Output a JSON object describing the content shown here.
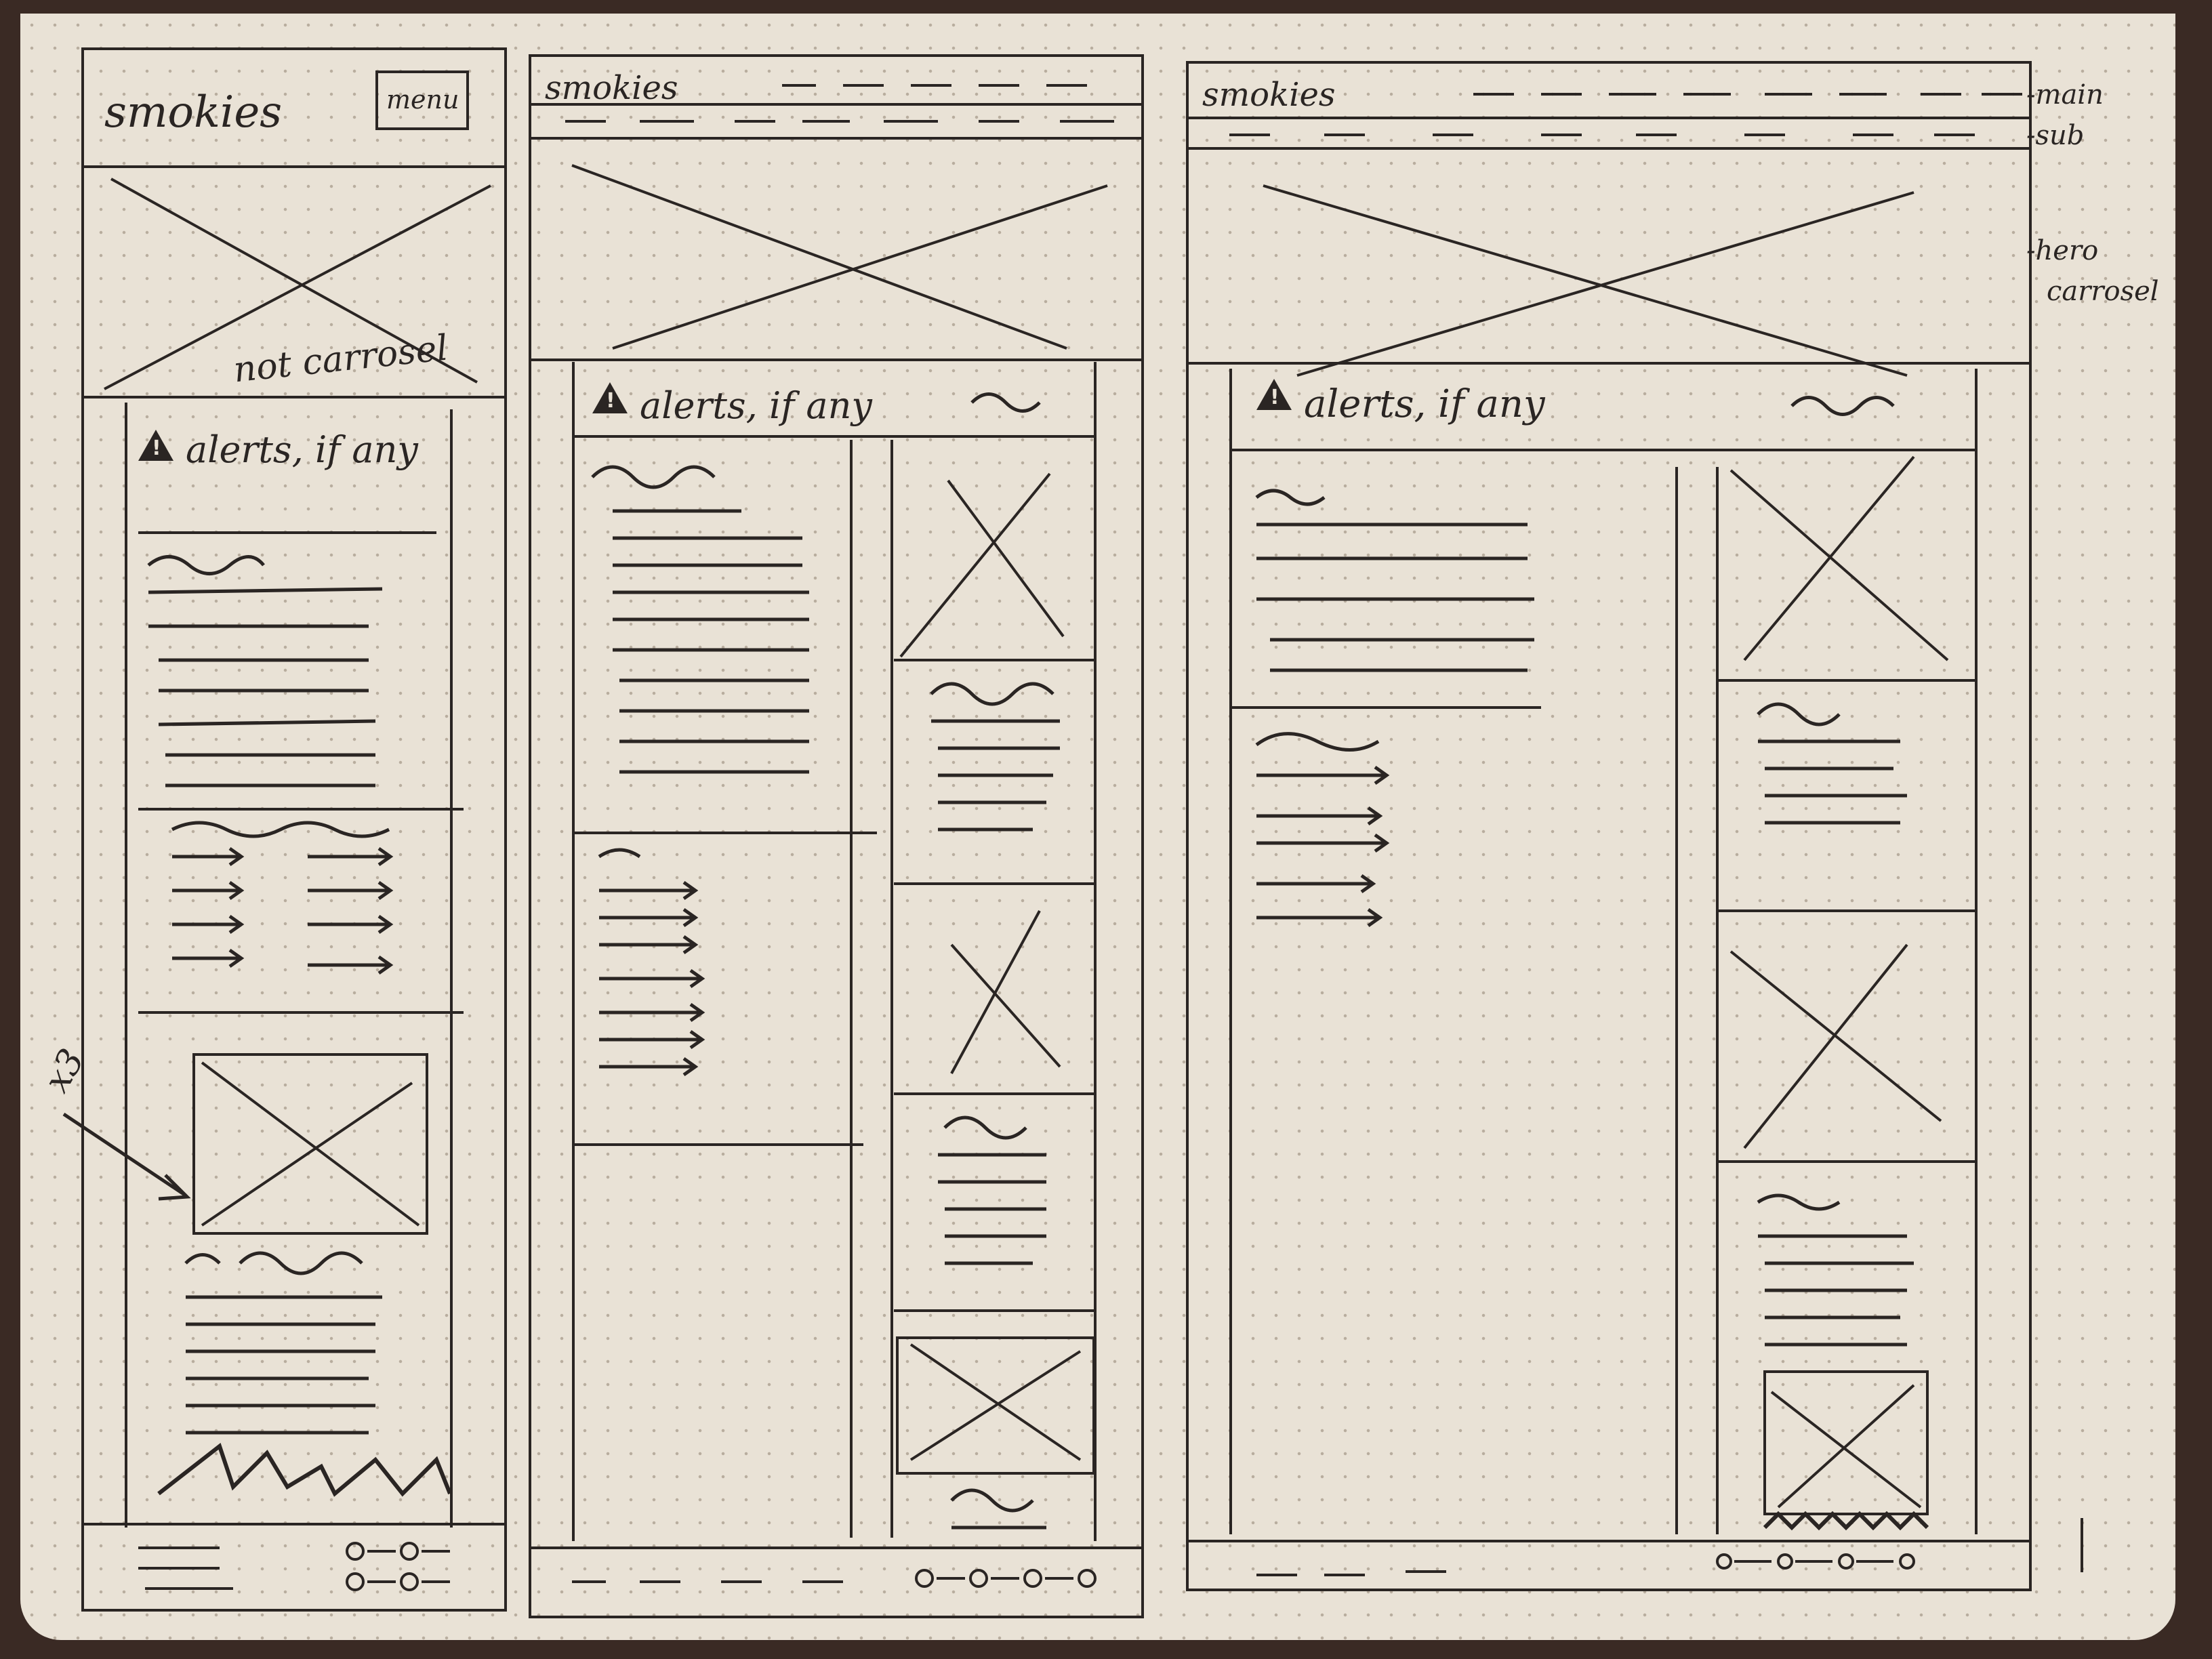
{
  "mobile": {
    "logo": "smokies",
    "menu_label": "menu",
    "hero_note": "not carrosel",
    "alert_text": "alerts, if any",
    "multiplier": "x3"
  },
  "tablet": {
    "logo": "smokies",
    "alert_text": "alerts, if any"
  },
  "desktop": {
    "logo": "smokies",
    "alert_text": "alerts, if any"
  },
  "annotations": {
    "main": "-main",
    "sub": "-sub",
    "hero": "-hero",
    "carousel": "carrosel"
  }
}
